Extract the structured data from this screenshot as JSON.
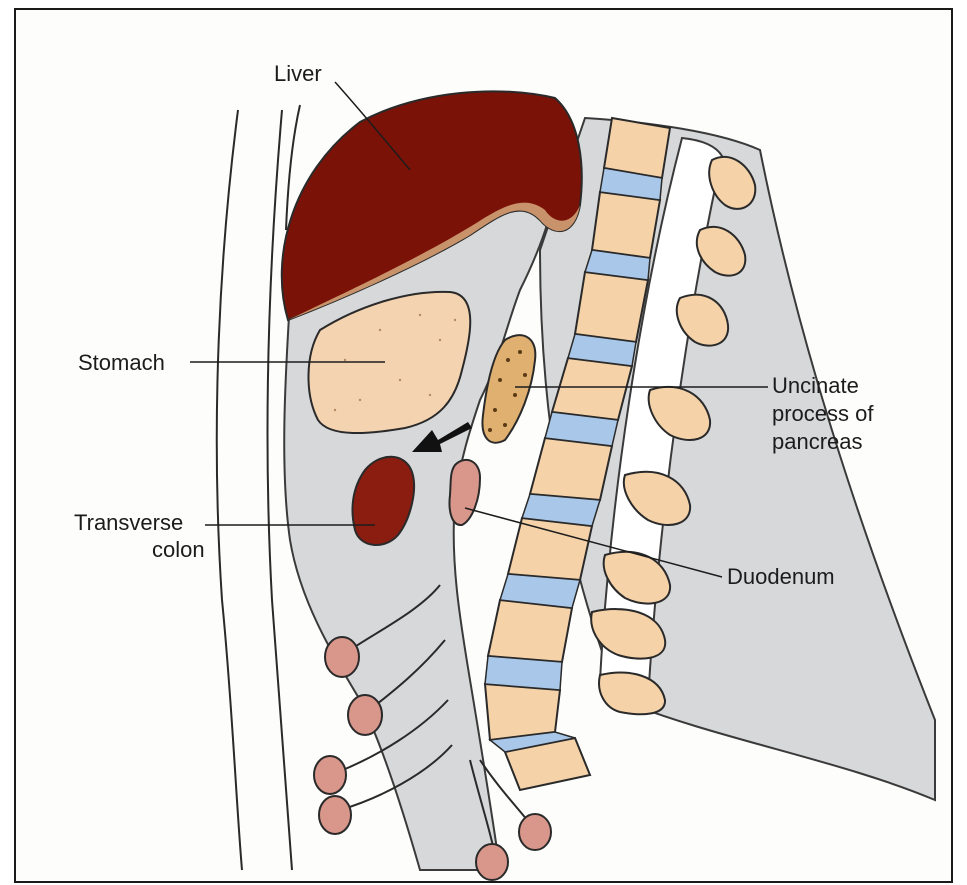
{
  "labels": {
    "liver": "Liver",
    "stomach": "Stomach",
    "uncinate_line1": "Uncinate",
    "uncinate_line2": "process of",
    "uncinate_line3": "pancreas",
    "transverse_line1": "Transverse",
    "transverse_line2": "colon",
    "duodenum": "Duodenum"
  },
  "colors": {
    "liver": "#7a1208",
    "liver_underside": "#c8926a",
    "stomach": "#f3d3b0",
    "colon": "#8a1c10",
    "vertebra": "#f5d2a8",
    "disc": "#a9c7e8",
    "peritoneum": "#d6d8da",
    "pancreas": "#e0b070",
    "bowel_loop": "#d9968a",
    "arrow": "#111111"
  }
}
